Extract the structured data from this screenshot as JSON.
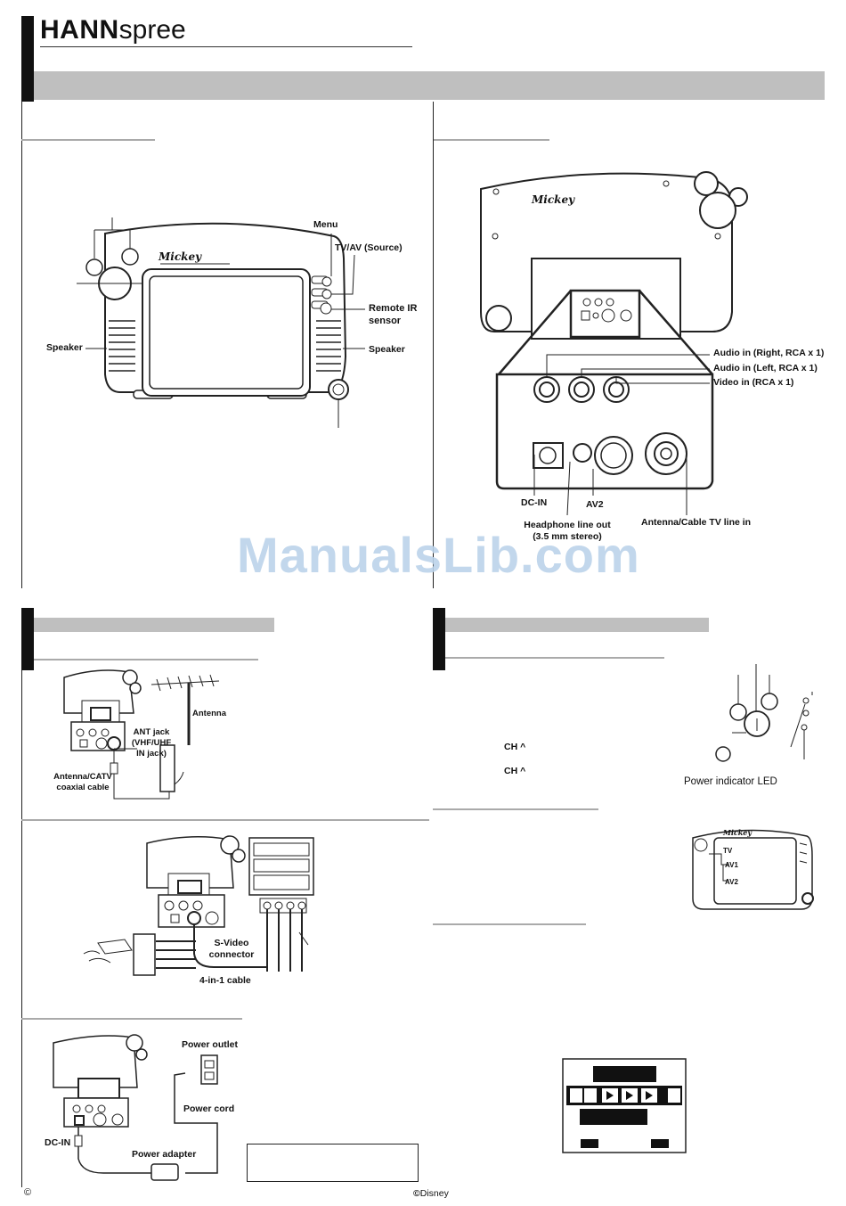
{
  "brand": {
    "bold": "HANN",
    "light": "spree"
  },
  "watermark": "ManualsLib.com",
  "front_view": {
    "labels": {
      "menu": "Menu",
      "tvav": "TV/AV (Source)",
      "remote_ir": "Remote IR\nsensor",
      "speaker_left": "Speaker",
      "speaker_right": "Speaker"
    },
    "logo": "Mickey"
  },
  "rear_view": {
    "logo": "Mickey",
    "labels": {
      "audio_right": "Audio in (Right, RCA x 1)",
      "audio_left": "Audio in (Left, RCA x 1)",
      "video_in": "Video in (RCA x 1)",
      "dc_in": "DC-IN",
      "av2": "AV2",
      "headphone": "Headphone line out\n(3.5 mm stereo)",
      "antenna": "Antenna/Cable TV line in"
    }
  },
  "antenna_diagram": {
    "labels": {
      "antenna": "Antenna",
      "ant_jack": "ANT jack\n(VHF/UHF\nIN jack)",
      "coax": "Antenna/CATV\ncoaxial cable"
    }
  },
  "av_diagram": {
    "labels": {
      "svideo": "S-Video\nconnector",
      "cable": "4-in-1 cable"
    }
  },
  "power_diagram": {
    "labels": {
      "outlet": "Power outlet",
      "cord": "Power cord",
      "dc_in": "DC-IN",
      "adapter": "Power adapter"
    }
  },
  "controls": {
    "ch_up_1": "CH ^",
    "ch_up_2": "CH ^",
    "power_led": "Power indicator LED"
  },
  "source_diagram": {
    "logo": "Mickey",
    "seq": [
      "TV",
      "AV1",
      "AV2"
    ]
  },
  "footer": {
    "copyright": "©",
    "disney": "Disney"
  }
}
